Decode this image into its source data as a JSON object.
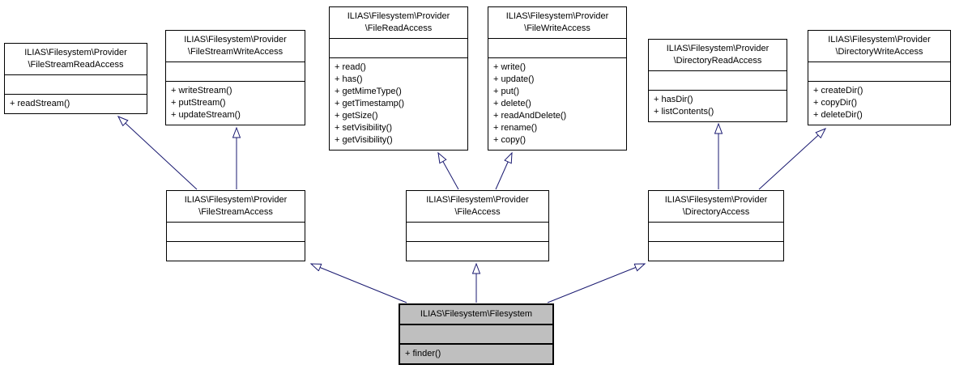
{
  "diagram": {
    "type": "uml-class-inheritance",
    "colors": {
      "bg": "#ffffff",
      "border": "#000000",
      "arrow": "#191970",
      "highlight": "#bfbfbf",
      "text": "#000000"
    },
    "classes": [
      {
        "name": "FileStreamReadAccess",
        "title_lines": [
          "ILIAS\\Filesystem\\Provider",
          "\\FileStreamReadAccess"
        ],
        "attributes": [],
        "methods": [
          "+ readStream()"
        ]
      },
      {
        "name": "FileStreamWriteAccess",
        "title_lines": [
          "ILIAS\\Filesystem\\Provider",
          "\\FileStreamWriteAccess"
        ],
        "attributes": [],
        "methods": [
          "+ writeStream()",
          "+ putStream()",
          "+ updateStream()"
        ]
      },
      {
        "name": "FileReadAccess",
        "title_lines": [
          "ILIAS\\Filesystem\\Provider",
          "\\FileReadAccess"
        ],
        "attributes": [],
        "methods": [
          "+ read()",
          "+ has()",
          "+ getMimeType()",
          "+ getTimestamp()",
          "+ getSize()",
          "+ setVisibility()",
          "+ getVisibility()"
        ]
      },
      {
        "name": "FileWriteAccess",
        "title_lines": [
          "ILIAS\\Filesystem\\Provider",
          "\\FileWriteAccess"
        ],
        "attributes": [],
        "methods": [
          "+ write()",
          "+ update()",
          "+ put()",
          "+ delete()",
          "+ readAndDelete()",
          "+ rename()",
          "+ copy()"
        ]
      },
      {
        "name": "DirectoryReadAccess",
        "title_lines": [
          "ILIAS\\Filesystem\\Provider",
          "\\DirectoryReadAccess"
        ],
        "attributes": [],
        "methods": [
          "+ hasDir()",
          "+ listContents()"
        ]
      },
      {
        "name": "DirectoryWriteAccess",
        "title_lines": [
          "ILIAS\\Filesystem\\Provider",
          "\\DirectoryWriteAccess"
        ],
        "attributes": [],
        "methods": [
          "+ createDir()",
          "+ copyDir()",
          "+ deleteDir()"
        ]
      },
      {
        "name": "FileStreamAccess",
        "title_lines": [
          "ILIAS\\Filesystem\\Provider",
          "\\FileStreamAccess"
        ],
        "attributes": [],
        "methods": []
      },
      {
        "name": "FileAccess",
        "title_lines": [
          "ILIAS\\Filesystem\\Provider",
          "\\FileAccess"
        ],
        "attributes": [],
        "methods": []
      },
      {
        "name": "DirectoryAccess",
        "title_lines": [
          "ILIAS\\Filesystem\\Provider",
          "\\DirectoryAccess"
        ],
        "attributes": [],
        "methods": []
      },
      {
        "name": "Filesystem",
        "title_lines": [
          "ILIAS\\Filesystem\\Filesystem"
        ],
        "attributes": [],
        "methods": [
          "+ finder()"
        ]
      }
    ],
    "relations": [
      {
        "from": "FileStreamAccess",
        "to": "FileStreamReadAccess",
        "type": "inheritance"
      },
      {
        "from": "FileStreamAccess",
        "to": "FileStreamWriteAccess",
        "type": "inheritance"
      },
      {
        "from": "FileAccess",
        "to": "FileReadAccess",
        "type": "inheritance"
      },
      {
        "from": "FileAccess",
        "to": "FileWriteAccess",
        "type": "inheritance"
      },
      {
        "from": "DirectoryAccess",
        "to": "DirectoryReadAccess",
        "type": "inheritance"
      },
      {
        "from": "DirectoryAccess",
        "to": "DirectoryWriteAccess",
        "type": "inheritance"
      },
      {
        "from": "Filesystem",
        "to": "FileStreamAccess",
        "type": "inheritance"
      },
      {
        "from": "Filesystem",
        "to": "FileAccess",
        "type": "inheritance"
      },
      {
        "from": "Filesystem",
        "to": "DirectoryAccess",
        "type": "inheritance"
      }
    ]
  }
}
